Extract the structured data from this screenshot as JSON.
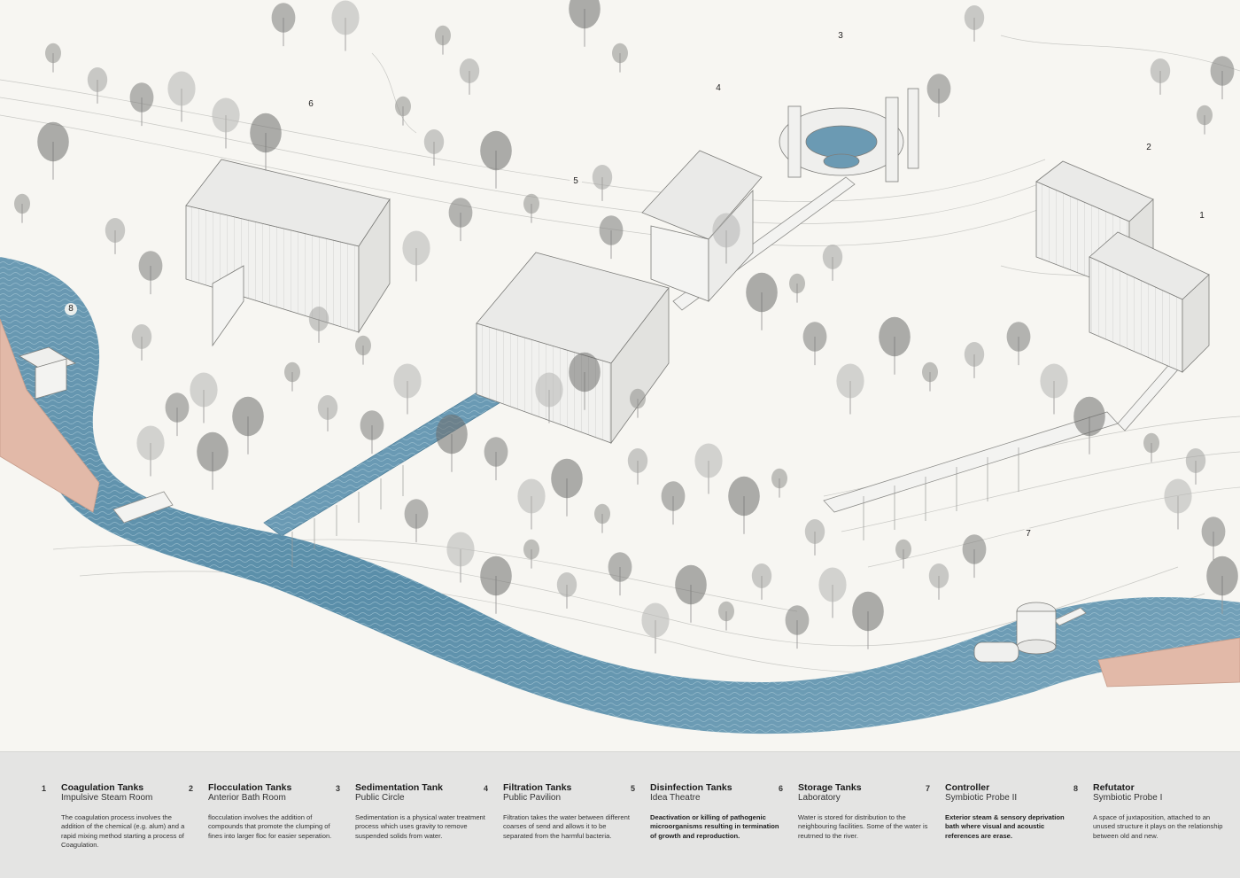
{
  "callouts": [
    "1",
    "2",
    "3",
    "4",
    "5",
    "6",
    "7",
    "8"
  ],
  "legend": [
    {
      "num": "1",
      "title": "Coagulation Tanks",
      "subtitle": "Impulsive Steam Room",
      "desc": "The coagulation process involves the addition of the chemical (e.g. alum) and a rapid mixing method starting a process of Coagulation."
    },
    {
      "num": "2",
      "title": "Flocculation Tanks",
      "subtitle": "Anterior Bath Room",
      "desc": "flocculation involves the addition of compounds that promote the clumping of fines into larger floc for easier seperation."
    },
    {
      "num": "3",
      "title": "Sedimentation Tank",
      "subtitle": "Public Circle",
      "desc": "Sedimentation is a physical water treatment process which uses gravity to remove suspended solids from water."
    },
    {
      "num": "4",
      "title": "Filtration Tanks",
      "subtitle": "Public Pavilion",
      "desc": "Filtration takes the water between different coarses of send and allows it to be separated from the harmful bacteria."
    },
    {
      "num": "5",
      "title": "Disinfection Tanks",
      "subtitle": "Idea Theatre",
      "desc": "Deactivation or killing of pathogenic microorganisms resulting in termination of growth and reproduction."
    },
    {
      "num": "6",
      "title": "Storage Tanks",
      "subtitle": "Laboratory",
      "desc": "Water is stored for distribution to the neighbouring facilities. Some of the water is reutrned to the river."
    },
    {
      "num": "7",
      "title": "Controller",
      "subtitle": "Symbiotic Probe II",
      "desc": "Exterior steam & sensory deprivation bath where visual and acoustic references are erase."
    },
    {
      "num": "8",
      "title": "Refutator",
      "subtitle": "Symbiotic Probe I",
      "desc": "A space of juxtaposition, attached to an unused structure it plays on the relationship between old and new."
    }
  ],
  "colors": {
    "water": "#5f93ad",
    "water_light": "#8db7cc",
    "wall": "#e2b9a8",
    "paper": "#f7f6f2",
    "legend_bg": "#e4e4e3",
    "tree": "#8c8c8c"
  }
}
